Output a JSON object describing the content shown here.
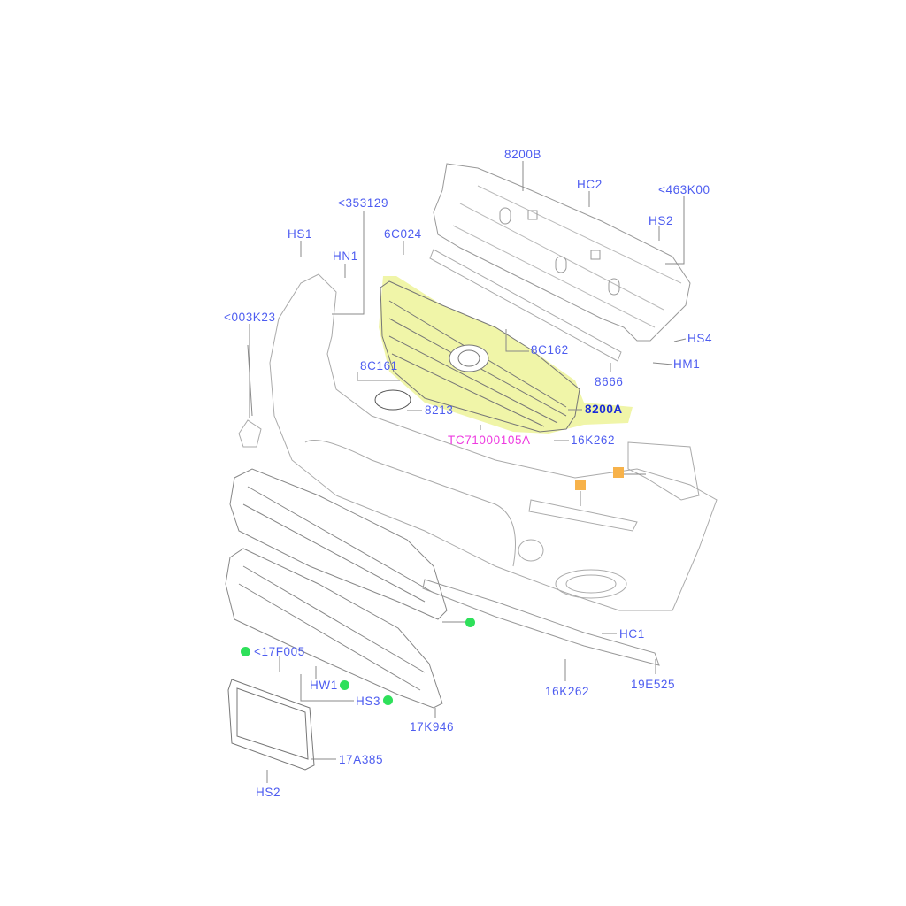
{
  "diagram": {
    "callouts": [
      {
        "label": "8200B"
      },
      {
        "label": "HC2"
      },
      {
        "label": "<463K00"
      },
      {
        "label": "HS2"
      },
      {
        "label": "<353129"
      },
      {
        "label": "HS1"
      },
      {
        "label": "HN1"
      },
      {
        "label": "6C024"
      },
      {
        "label": "<003K23"
      },
      {
        "label": "HS4"
      },
      {
        "label": "8C162"
      },
      {
        "label": "HM1"
      },
      {
        "label": "8C161"
      },
      {
        "label": "8666"
      },
      {
        "label": "8213"
      },
      {
        "label": "8200A",
        "selected": true
      },
      {
        "label": "TC71000105A"
      },
      {
        "label": "16K262"
      },
      {
        "label": "<17F005"
      },
      {
        "label": "HC1"
      },
      {
        "label": "HW1"
      },
      {
        "label": "HS3"
      },
      {
        "label": "16K262"
      },
      {
        "label": "19E525"
      },
      {
        "label": "17K946"
      },
      {
        "label": "17A385"
      },
      {
        "label": "HS2"
      }
    ],
    "colors": {
      "label": "#4d5cf0",
      "selected_label": "#1a2bd8",
      "highlight_label": "#ee3be0",
      "highlight_fill": "#f0f5a8",
      "green_marker": "#2ee05a",
      "orange_marker": "#f7b24a",
      "line": "#8a8a8a"
    }
  }
}
